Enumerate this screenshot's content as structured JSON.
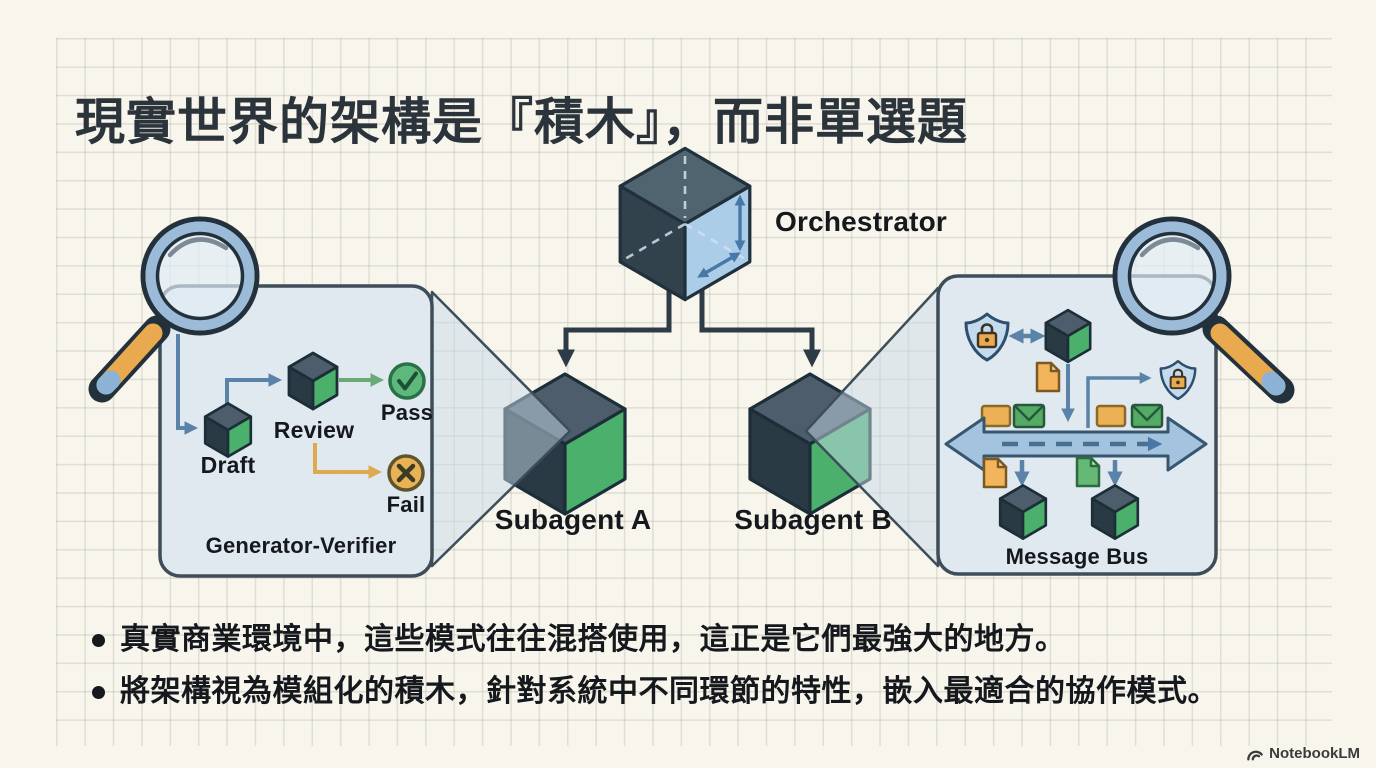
{
  "title": "現實世界的架構是『積木』，而非單選題",
  "diagram": {
    "orchestrator_label": "Orchestrator",
    "subagent_a_label": "Subagent A",
    "subagent_b_label": "Subagent B",
    "left_panel": {
      "caption": "Generator-Verifier",
      "draft_label": "Draft",
      "review_label": "Review",
      "pass_label": "Pass",
      "fail_label": "Fail"
    },
    "right_panel": {
      "caption": "Message Bus"
    }
  },
  "bullets": [
    "真實商業環境中，這些模式往往混搭使用，這正是它們最強大的地方。",
    "將架構視為模組化的積木，針對系統中不同環節的特性，嵌入最適合的協作模式。"
  ],
  "footer": {
    "brand": "NotebookLM"
  },
  "colors": {
    "background": "#f8f5ec",
    "ink": "#15181c",
    "panel_fill": "#dfe8f0",
    "panel_stroke": "#3d4d59",
    "cube_top": "#4d5d6b",
    "cube_left": "#2a3a45",
    "cube_green": "#4cb06d",
    "cube_blue_face": "#abcde8",
    "flow_blue": "#5b82a8",
    "flow_green": "#68a976",
    "flow_orange": "#ddaa4f",
    "connector_dark": "#2c3b46",
    "magnifier_rim": "#9cbbd8",
    "handle_orange": "#e9a94e",
    "shield_fill": "#c4dbee",
    "bus_fill": "#a3c3de",
    "pass_green": "#5eb87b",
    "fail_orange": "#e9b254"
  }
}
